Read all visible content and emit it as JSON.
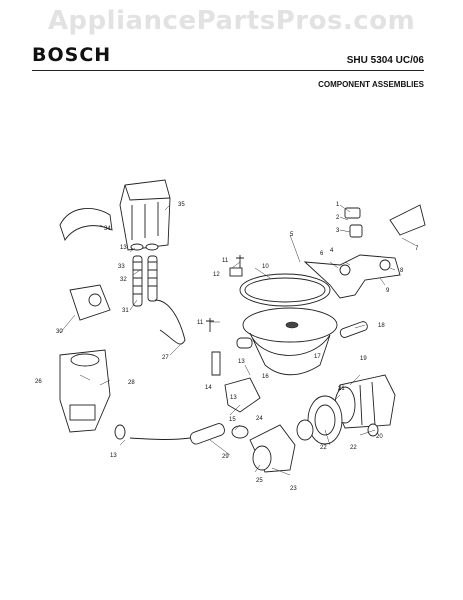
{
  "watermark": "AppliancePartsPros.com",
  "brand": "BOSCH",
  "model": "SHU 5304 UC/06",
  "section_title": "COMPONENT ASSEMBLIES",
  "callouts": [
    "1",
    "2",
    "3",
    "4",
    "5",
    "6",
    "7",
    "8",
    "9",
    "10",
    "11",
    "12",
    "13",
    "14",
    "15",
    "16",
    "17",
    "18",
    "19",
    "20",
    "21",
    "22",
    "23",
    "24",
    "25",
    "26",
    "27",
    "28",
    "29",
    "30",
    "31",
    "32",
    "33",
    "34",
    "35",
    "13",
    "11",
    "13",
    "22",
    "13"
  ]
}
